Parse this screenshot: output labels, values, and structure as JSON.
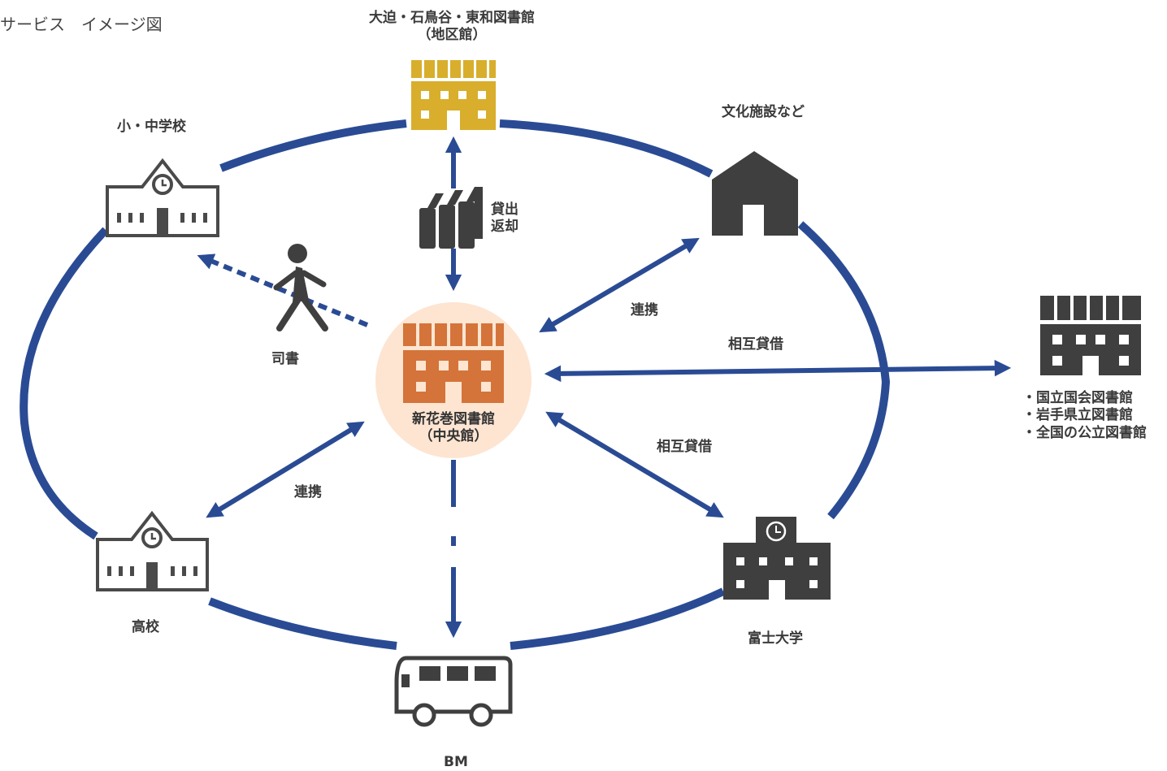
{
  "title": "サービス　イメージ図",
  "colors": {
    "ring": "#2a4b94",
    "central": "#d4743a",
    "central_halo": "#fde5d2",
    "branch": "#d8ae2c",
    "dark_icon": "#3f3f3f",
    "outline_icon": "#4a4a4a"
  },
  "nodes": {
    "branch": {
      "line1": "大迫・石鳥谷・東和図書館",
      "line2": "（地区館）",
      "icon": "library-building-icon"
    },
    "elementary": {
      "label": "小・中学校",
      "icon": "school-clock-icon"
    },
    "culture": {
      "label": "文化施設など",
      "icon": "house-icon"
    },
    "central": {
      "line1": "新花巻図書館",
      "line2": "（中央館）",
      "icon": "library-building-icon"
    },
    "librarian": {
      "label": "司書",
      "icon": "walking-person-icon"
    },
    "books": {
      "line1": "貸出",
      "line2": "返却",
      "icon": "books-icon"
    },
    "high_school": {
      "label": "高校",
      "icon": "school-clock-icon"
    },
    "university": {
      "label": "富士大学",
      "icon": "university-building-icon"
    },
    "bm": {
      "label": "BM",
      "icon": "bus-icon"
    },
    "external": {
      "icon": "library-building-icon",
      "items": [
        "・国立国会図書館",
        "・岩手県立図書館",
        "・全国の公立図書館"
      ]
    }
  },
  "links": {
    "culture": "連携",
    "high_school": "連携",
    "external": "相互貸借",
    "university": "相互貸借"
  }
}
